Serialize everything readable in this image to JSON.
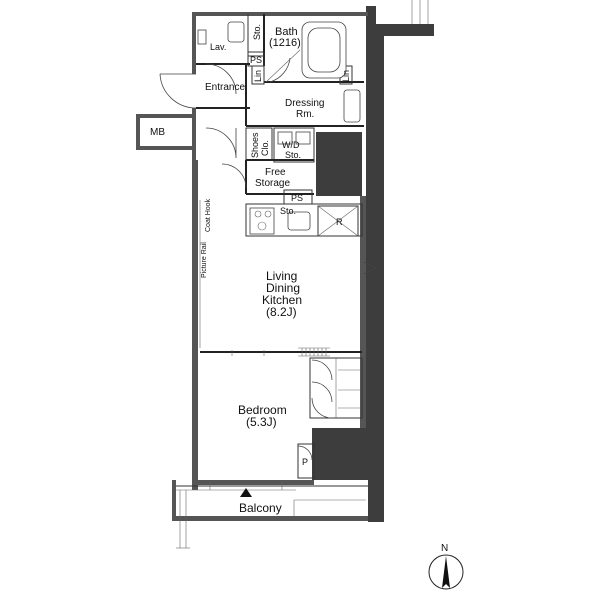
{
  "rooms": {
    "lav": "Lav.",
    "sto_top": "Sto.",
    "bath_line1": "Bath",
    "bath_line2": "(1216)",
    "ps_top": "PS",
    "lin1": "Lin",
    "lin2": "Lin",
    "entrance": "Entrance",
    "dressing_line1": "Dressing",
    "dressing_line2": "Rm.",
    "mb": "MB",
    "shoes_line1": "Shoes",
    "shoes_line2": "Clo.",
    "wd_line1": "W/D",
    "wd_line2": "Sto.",
    "free_storage_line1": "Free",
    "free_storage_line2": "Storage",
    "ps_mid": "PS",
    "sto_kitchen": "Sto.",
    "fridge": "R",
    "coat_hook": "Coat Hook",
    "picture_rail": "Picture Rail",
    "ldk_line1": "Living",
    "ldk_line2": "Dining",
    "ldk_line3": "Kitchen",
    "ldk_line4": "(8.2J)",
    "bedroom_line1": "Bedroom",
    "bedroom_line2": "(5.3J)",
    "p_closet": "P",
    "balcony": "Balcony",
    "north": "N"
  }
}
